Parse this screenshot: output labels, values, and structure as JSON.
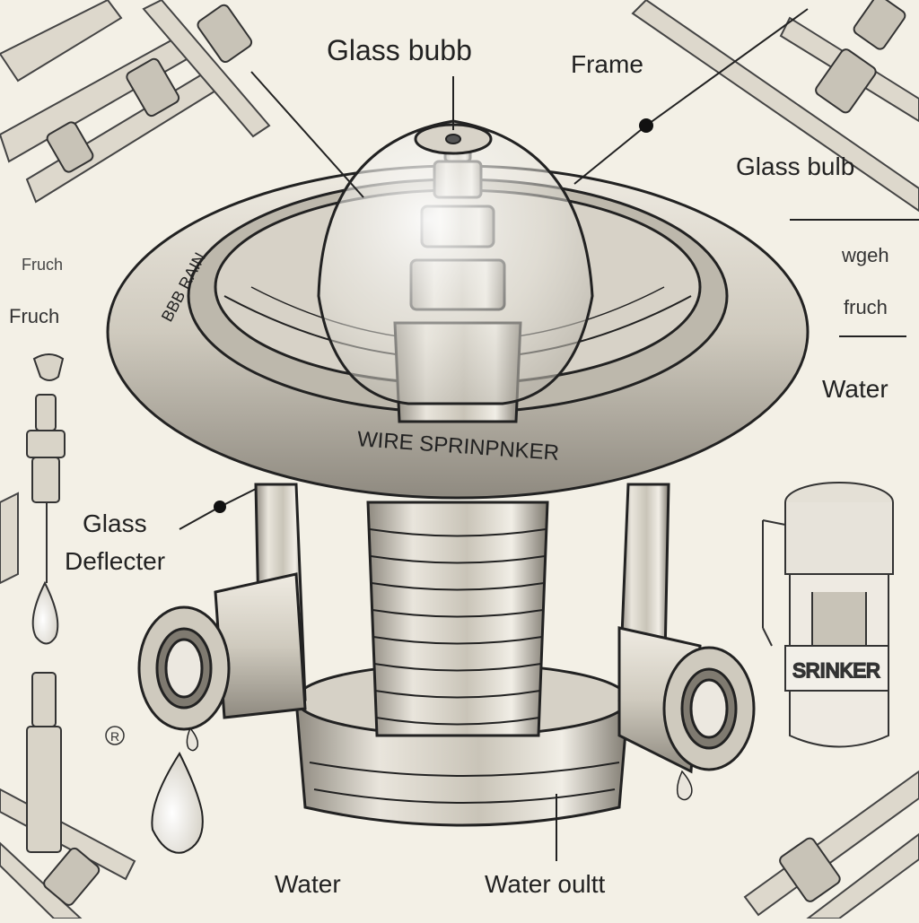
{
  "labels": {
    "glass_bubb": "Glass bubb",
    "frame": "Frame",
    "glass_bulb": "Glass bulb",
    "fruch_left_small": "Fruch",
    "fruch_left": "Fruch",
    "glass_deflecter_line1": "Glass",
    "glass_deflecter_line2": "Deflecter",
    "wgeh": "wgeh",
    "fruch_right": "fruch",
    "water_right": "Water",
    "water_bottom": "Water",
    "water_outlt": "Water oultt",
    "jar_label": "SRINKER",
    "ring_text_front": "WIRE   SPRINPNKER",
    "ring_text_left": "BBB RAIN",
    "small_mark": "R"
  },
  "colors": {
    "background": "#f3f0e6",
    "ink": "#222222",
    "metal_light": "#e6e2d8",
    "metal_mid": "#c9c4b8",
    "metal_dark": "#8f8a80"
  }
}
